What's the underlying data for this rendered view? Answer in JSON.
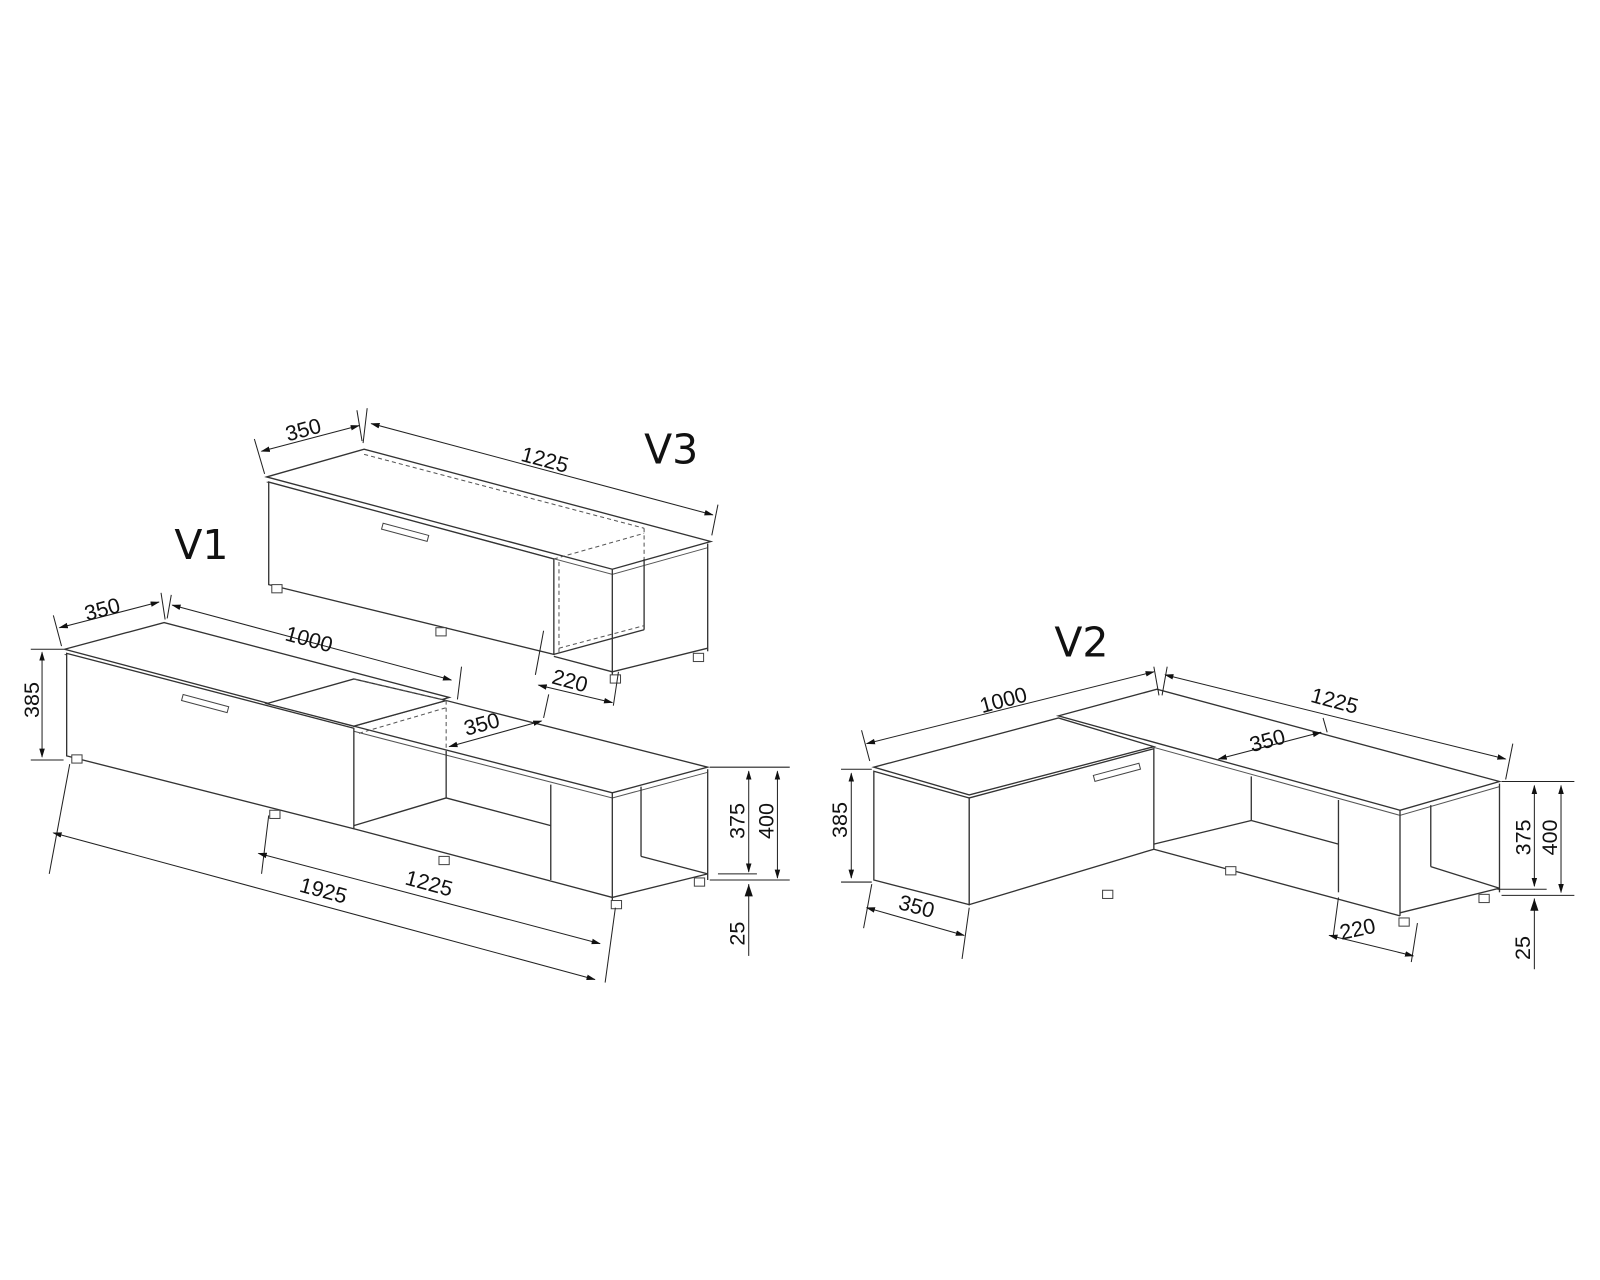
{
  "variants": {
    "v1": {
      "label": "V1",
      "dims": {
        "depth": "350",
        "top_width": "1000",
        "height_left": "385",
        "inner_depth": "350",
        "total_width": "1925",
        "right_width": "1225",
        "height_body": "375",
        "height_total": "400",
        "foot_height": "25"
      }
    },
    "v2": {
      "label": "V2",
      "dims": {
        "left_width": "1000",
        "right_width": "1225",
        "inner_depth": "350",
        "height_left": "385",
        "left_depth": "350",
        "shelf_depth": "220",
        "height_body": "375",
        "height_total": "400",
        "foot_height": "25"
      }
    },
    "v3": {
      "label": "V3",
      "dims": {
        "depth": "350",
        "width": "1225",
        "shelf_depth": "220"
      }
    }
  }
}
